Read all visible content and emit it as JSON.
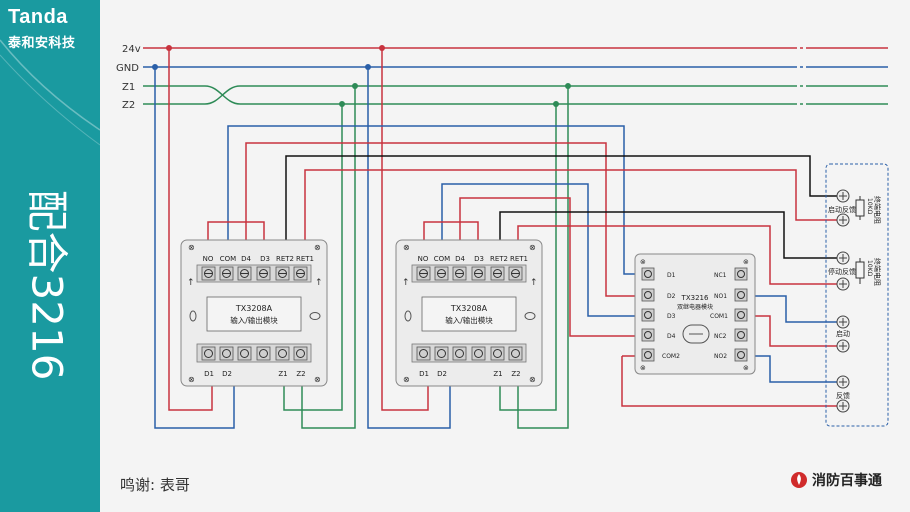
{
  "brand": {
    "name_en": "Tanda",
    "name_cn": "泰和安科技"
  },
  "title": "配合3216",
  "bus_lines": [
    {
      "label": "24v",
      "color": "#c8333e"
    },
    {
      "label": "GND",
      "color": "#2a5fa8"
    },
    {
      "label": "Z1",
      "color": "#2e8b57"
    },
    {
      "label": "Z2",
      "color": "#2e8b57"
    }
  ],
  "module_a": {
    "top_terminals": [
      "NO",
      "COM",
      "D4",
      "D3",
      "RET2",
      "RET1"
    ],
    "model": "TX3208A",
    "desc": "输入/输出模块",
    "bottom_labels": [
      "D1",
      "D2",
      "Z1",
      "Z2"
    ]
  },
  "module_b": {
    "top_terminals": [
      "NO",
      "COM",
      "D4",
      "D3",
      "RET2",
      "RET1"
    ],
    "model": "TX3208A",
    "desc": "输入/输出模块",
    "bottom_labels": [
      "D1",
      "D2",
      "Z1",
      "Z2"
    ]
  },
  "relay": {
    "model": "TX3216",
    "desc": "双继电器模块",
    "left_labels": [
      "D1",
      "D2",
      "D3",
      "D4",
      "COM2"
    ],
    "right_labels": [
      "NC1",
      "NO1",
      "COM1",
      "NC2",
      "NO2"
    ]
  },
  "device_labels": {
    "start_feedback": "启动反馈",
    "stop_feedback": "停动反馈",
    "start": "启动",
    "feedback": "反馈",
    "resistor_1": "终端电阻",
    "resistor_1_value": "10KΩ",
    "resistor_2": "终端电阻",
    "resistor_2_value": "10KΩ"
  },
  "credit": "鸣谢: 表哥",
  "logo_text": "消防百事通"
}
